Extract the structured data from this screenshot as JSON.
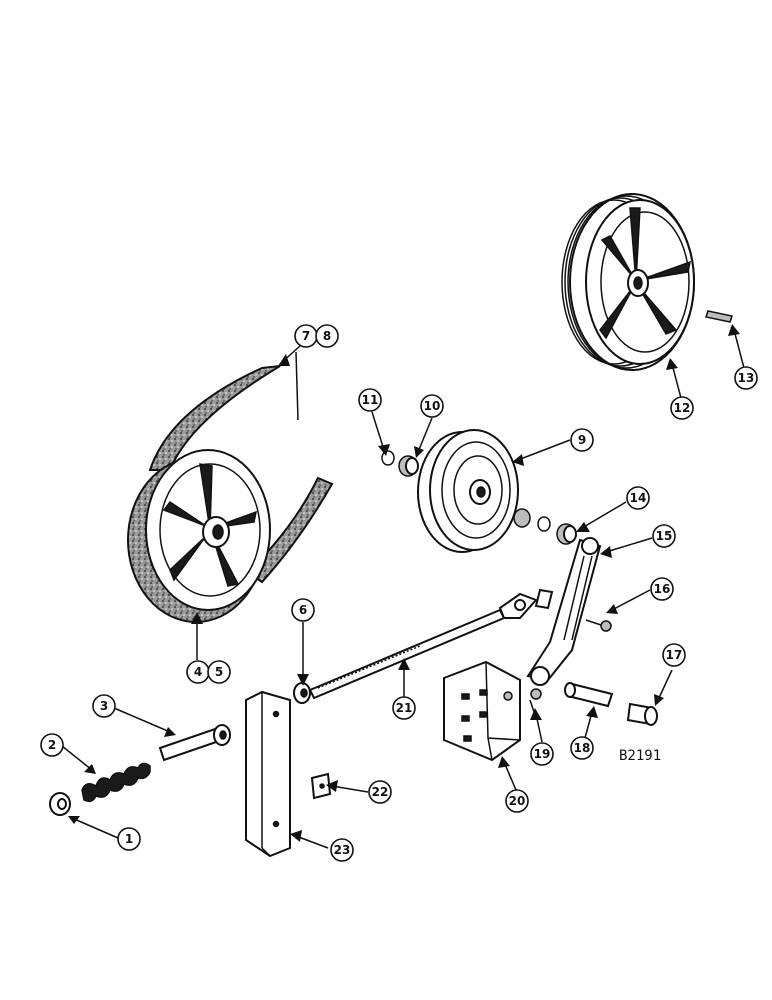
{
  "figure_code": "B2191",
  "callouts": {
    "c1": "1",
    "c2": "2",
    "c3": "3",
    "c4": "4",
    "c5": "5",
    "c6": "6",
    "c7": "7",
    "c8": "8",
    "c9": "9",
    "c10": "10",
    "c11": "11",
    "c12": "12",
    "c13": "13",
    "c14": "14",
    "c15": "15",
    "c16": "16",
    "c17": "17",
    "c18": "18",
    "c19": "19",
    "c20": "20",
    "c21": "21",
    "c22": "22",
    "c23": "23"
  }
}
